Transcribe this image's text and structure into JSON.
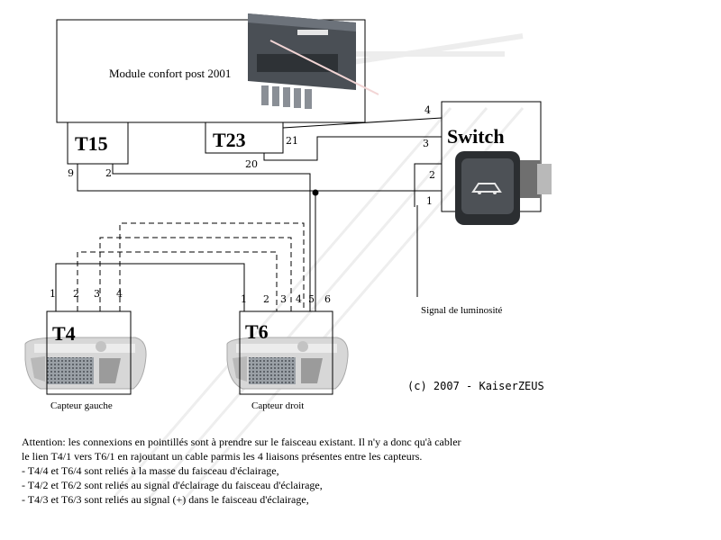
{
  "module": {
    "label": "Module confort post 2001"
  },
  "connectors": {
    "t15": {
      "label": "T15",
      "pin_9": "9",
      "pin_2": "2"
    },
    "t23": {
      "label": "T23",
      "pin_21": "21",
      "pin_20": "20"
    },
    "switch": {
      "label": "Switch",
      "pin_4": "4",
      "pin_3": "3",
      "pin_2": "2",
      "pin_1": "1"
    },
    "t4": {
      "label": "T4",
      "pins": [
        "1",
        "2",
        "3",
        "4"
      ]
    },
    "t6": {
      "label": "T6",
      "pins": [
        "1",
        "2",
        "3",
        "4",
        "5",
        "6"
      ]
    }
  },
  "labels": {
    "signal": "Signal de luminosité",
    "left_sensor": "Capteur gauche",
    "right_sensor": "Capteur droit",
    "copyright": "(c) 2007 - KaiserZEUS"
  },
  "note": {
    "line1": "Attention: les connexions en pointillés sont à prendre sur le faisceau existant. Il n'y a donc qu'à cabler",
    "line2": "le lien T4/1 vers T6/1 en rajoutant un cable parmis les 4 liaisons présentes entre les capteurs.",
    "line3": "- T4/4 et T6/4 sont reliés à la masse du faisceau d'éclairage,",
    "line4": "- T4/2 et T6/2 sont reliés au signal d'éclairage du faisceau d'éclairage,",
    "line5": "- T4/3 et T6/3 sont reliés au signal (+) dans le faisceau d'éclairage,"
  }
}
